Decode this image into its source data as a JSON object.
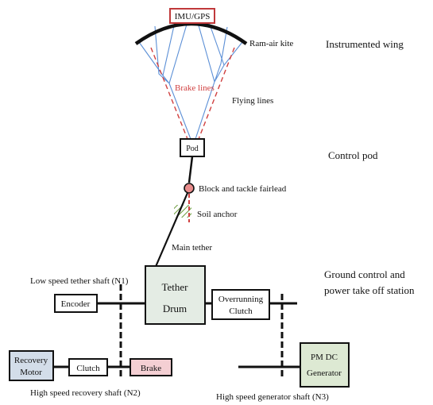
{
  "colors": {
    "flying_lines": "#5b8fd6",
    "brake_lines": "#d04040",
    "imu_box_border": "#c0393b",
    "fairlead_fill": "#e98c8c",
    "soil_anchor_hatch": "#6a9a3a",
    "drum_fill": "#e4ece4",
    "recovery_motor_fill": "#d3dde9",
    "brake_fill": "#f4cfd3",
    "generator_fill": "#dde9d3"
  },
  "section_titles": {
    "instrumented_wing": "Instrumented wing",
    "control_pod": "Control pod",
    "ground_station_line1": "Ground control and",
    "ground_station_line2": "power take off station"
  },
  "kite": {
    "imu_label": "IMU/GPS",
    "kite_label": "Ram-air kite",
    "brake_lines_label": "Brake lines",
    "flying_lines_label": "Flying lines"
  },
  "pod": {
    "label": "Pod",
    "fairlead_label": "Block and tackle fairlead",
    "anchor_label": "Soil anchor",
    "tether_label": "Main tether"
  },
  "drive": {
    "low_speed_shaft": "Low speed tether shaft (N1)",
    "high_speed_recovery_shaft": "High speed recovery shaft (N2)",
    "high_speed_generator_shaft": "High speed generator shaft (N3)",
    "encoder": "Encoder",
    "drum_line1": "Tether",
    "drum_line2": "Drum",
    "overrunning_line1": "Overrunning",
    "overrunning_line2": "Clutch",
    "recovery_line1": "Recovery",
    "recovery_line2": "Motor",
    "clutch": "Clutch",
    "brake": "Brake",
    "generator_line1": "PM DC",
    "generator_line2": "Generator"
  }
}
